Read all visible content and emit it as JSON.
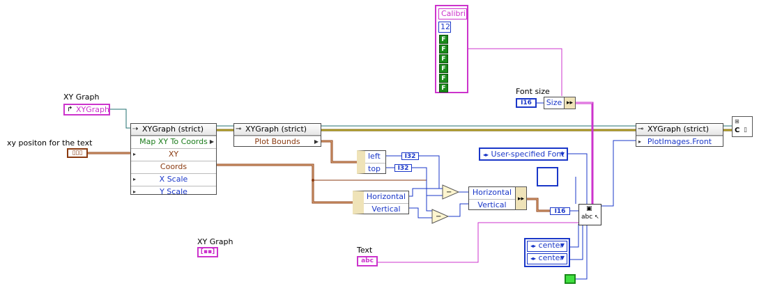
{
  "labels": {
    "xy_graph_ref": "XY Graph",
    "xy_position": "xy positon for the text",
    "font_size": "Font size",
    "xy_graph_term": "XY Graph",
    "text": "Text"
  },
  "controls": {
    "xygraph_ref_value": "XYGraph",
    "font_cluster_name": "Calibri",
    "font_cluster_size": "12",
    "font_cluster_flags": [
      "F",
      "F",
      "F",
      "F",
      "F",
      "F"
    ],
    "font_size_type": "I16",
    "xy_position_type": "▯▯▯",
    "text_type": "abc",
    "xy_graph_term_type": "[▪▪]"
  },
  "property_node_left": {
    "header": "XYGraph (strict)",
    "rows": [
      "Map XY To Coords",
      "XY",
      "Coords",
      "X Scale",
      "Y Scale"
    ]
  },
  "property_node_mid": {
    "header": "XYGraph (strict)",
    "rows": [
      "Plot Bounds"
    ]
  },
  "property_node_right": {
    "header": "XYGraph (strict)",
    "rows": [
      "PlotImages.Front"
    ]
  },
  "bounds_unbundle": {
    "rows": [
      "left",
      "top"
    ],
    "types": [
      "I32",
      "I32"
    ]
  },
  "coords_unbundle": {
    "rows": [
      "Horizontal",
      "Vertical"
    ]
  },
  "coords_bundle": {
    "rows": [
      "Horizontal",
      "Vertical"
    ]
  },
  "size_bundle": {
    "rows": [
      "Size"
    ]
  },
  "i16_term": "I16",
  "font_enum": "User-specified Font",
  "align_enum_1": "center",
  "align_enum_2": "center",
  "text_fn_label": "abc"
}
